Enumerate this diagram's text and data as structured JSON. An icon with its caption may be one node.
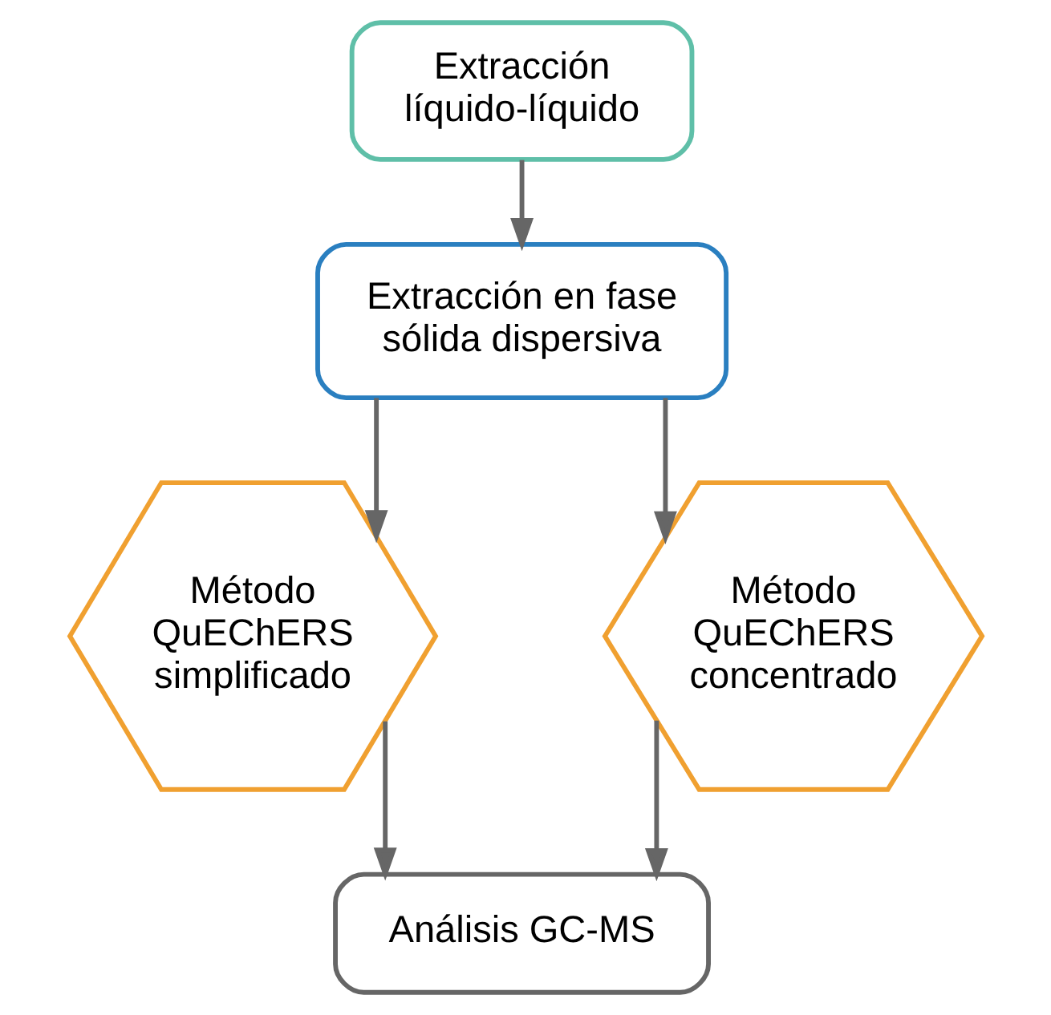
{
  "diagram": {
    "nodes": [
      {
        "text": [
          "Extracción líquido-líquido"
        ]
      },
      {
        "text": [
          "Extracción en fase sólida dispersiva"
        ]
      },
      {
        "text": [
          "Método QuEChERS simplificado"
        ]
      },
      {
        "text": [
          "Método QuEChERS concentrado"
        ]
      },
      {
        "text": [
          "Análisis GC-MS"
        ]
      }
    ],
    "edges": [
      {
        "from": 0,
        "to": 1,
        "arrow": "to"
      },
      {
        "from": 1,
        "to": 2,
        "arrow": "to"
      },
      {
        "from": 1,
        "to": 3,
        "arrow": "to"
      },
      {
        "from": 2,
        "to": 4,
        "arrow": "to"
      },
      {
        "from": 3,
        "to": 4,
        "arrow": "to"
      }
    ]
  }
}
